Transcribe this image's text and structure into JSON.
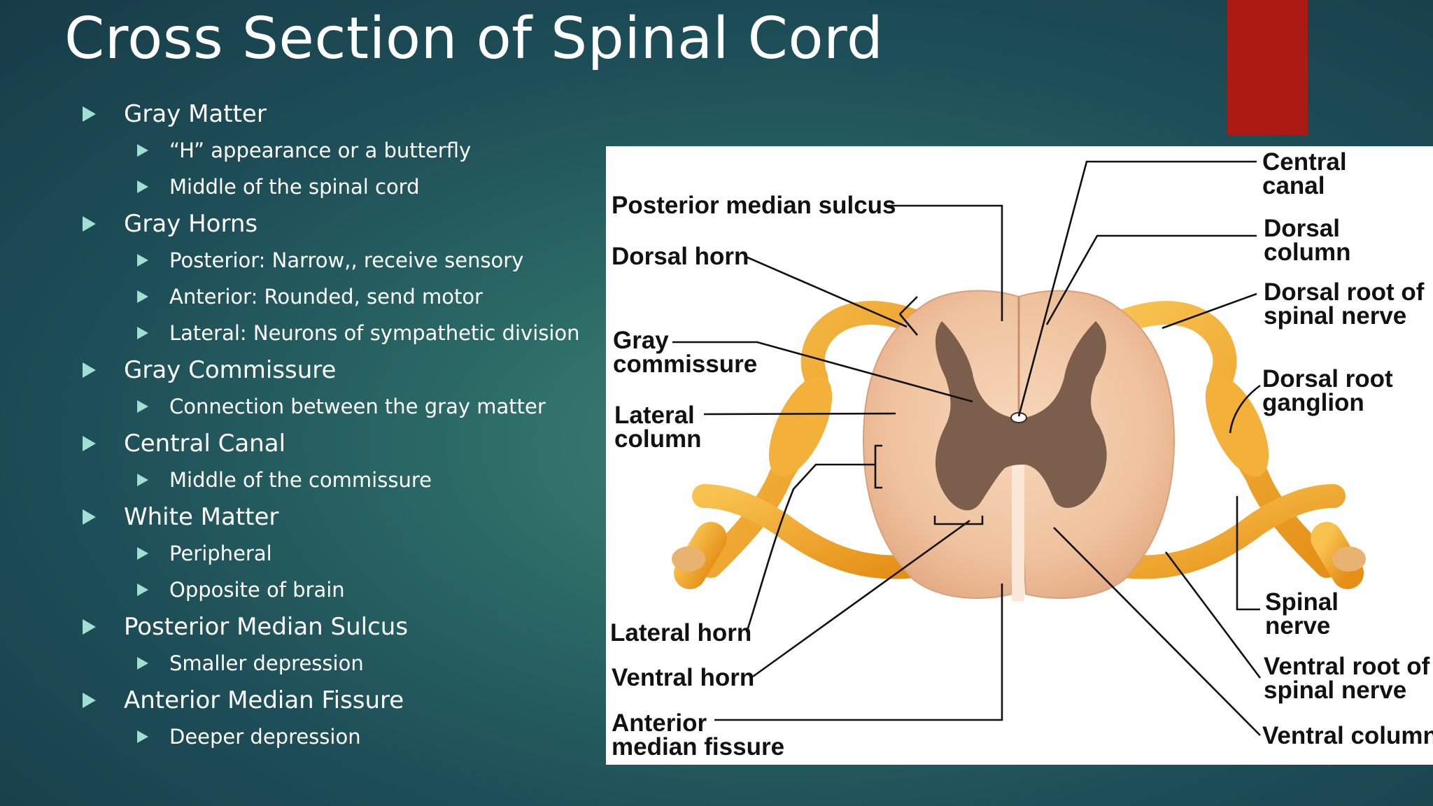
{
  "slide": {
    "title": "Cross Section of Spinal Cord",
    "accent_color": "#ab1b14",
    "arrow_color": "#9fe0d2"
  },
  "bullets": [
    {
      "level": 1,
      "text": "Gray Matter"
    },
    {
      "level": 2,
      "text": "“H” appearance or a butterfly"
    },
    {
      "level": 2,
      "text": "Middle of the spinal cord"
    },
    {
      "level": 1,
      "text": "Gray Horns"
    },
    {
      "level": 2,
      "text": "Posterior: Narrow,, receive sensory"
    },
    {
      "level": 2,
      "text": "Anterior: Rounded, send motor"
    },
    {
      "level": 2,
      "text": "Lateral: Neurons of sympathetic division"
    },
    {
      "level": 1,
      "text": "Gray Commissure"
    },
    {
      "level": 2,
      "text": "Connection between the gray matter"
    },
    {
      "level": 1,
      "text": "Central Canal"
    },
    {
      "level": 2,
      "text": "Middle of the commissure"
    },
    {
      "level": 1,
      "text": "White Matter"
    },
    {
      "level": 2,
      "text": "Peripheral"
    },
    {
      "level": 2,
      "text": "Opposite of brain"
    },
    {
      "level": 1,
      "text": "Posterior Median Sulcus"
    },
    {
      "level": 2,
      "text": "Smaller depression"
    },
    {
      "level": 1,
      "text": "Anterior Median Fissure"
    },
    {
      "level": 2,
      "text": "Deeper depression"
    }
  ],
  "diagram": {
    "labels": {
      "posterior_median_sulcus": "Posterior median sulcus",
      "dorsal_horn": "Dorsal horn",
      "gray_commissure_1": "Gray",
      "gray_commissure_2": "commissure",
      "lateral_column_1": "Lateral",
      "lateral_column_2": "column",
      "lateral_horn": "Lateral horn",
      "ventral_horn": "Ventral horn",
      "anterior_median_fissure_1": "Anterior",
      "anterior_median_fissure_2": "median fissure",
      "central_canal_1": "Central",
      "central_canal_2": "canal",
      "dorsal_column_1": "Dorsal",
      "dorsal_column_2": "column",
      "dorsal_root_1": "Dorsal root of",
      "dorsal_root_2": "spinal nerve",
      "dorsal_root_ganglion_1": "Dorsal root",
      "dorsal_root_ganglion_2": "ganglion",
      "spinal_nerve_1": "Spinal",
      "spinal_nerve_2": "nerve",
      "ventral_root_1": "Ventral root of",
      "ventral_root_2": "spinal nerve",
      "ventral_column": "Ventral column"
    },
    "colors": {
      "white_matter": "#f1c6a4",
      "gray_matter": "#7b5f4c",
      "nerve": "#f2a72a"
    }
  }
}
